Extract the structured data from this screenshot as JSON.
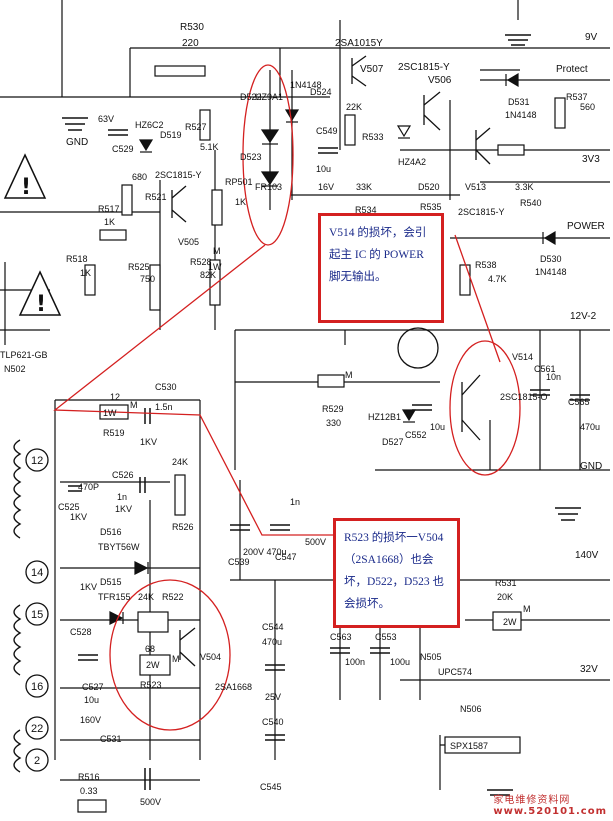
{
  "voltages": {
    "v9": "9V",
    "protect": "Protect",
    "v3v3": "3V3",
    "power": "POWER",
    "v12v2": "12V-2",
    "gnd1": "GND",
    "v140": "140V",
    "v32": "32V"
  },
  "top_labels": {
    "r530": "R530",
    "r530_val": "220",
    "v507": "2SA1015Y",
    "v507_name": "V507",
    "v506_type": "2SC1815-Y",
    "v506_name": "V506",
    "gnd_left": "GND"
  },
  "components": {
    "c529": "C529",
    "c529_v": "63V",
    "d519": "D519",
    "d519_v": "HZ6C2",
    "r527": "R527",
    "r527_v": "5.1K",
    "d522": "D522",
    "d522_v": "HZ9A1",
    "d523": "D523",
    "d523_v": "FR103",
    "d4148a": "1N4148",
    "d524": "D524",
    "c549": "C549",
    "c549_v": "10u",
    "c549_vv": "16V",
    "r533": "R533",
    "r533_v": "22K",
    "r533b": "33K",
    "d520": "D520",
    "d520_v": "HZ4A2",
    "d531": "D531",
    "d531_v": "1N4148",
    "r537": "R537",
    "r537_v": "560",
    "v513_name": "V513",
    "v513_type": "2SC1815-Y",
    "r540": "R540",
    "r540_v": "3.3K",
    "v505_type": "2SC1815-Y",
    "v505_name": "V505",
    "r521": "R521",
    "r521_v": "680",
    "r517": "R517",
    "r517_v": "1K",
    "r501": "RP501",
    "r501_v": "1K",
    "r534": "R534",
    "r535": "R535",
    "r518": "R518",
    "r518_v": "1K",
    "r525": "R525",
    "r525_v": "750",
    "r528": "R528",
    "r528_v": "82K",
    "r528_w": "1W",
    "r528_m": "M",
    "d530": "D530",
    "d530_v": "1N4148",
    "r538": "R538",
    "r538_v": "4.7K",
    "tlp": "TLP621-GB",
    "n502": "N502",
    "v514_type": "2SC1815-O",
    "v514_name": "V514",
    "c561": "C561",
    "c561_v": "10n",
    "c565": "C565",
    "c565_v": "470u",
    "r529": "R529",
    "r529_v": "330",
    "r529_m": "M",
    "d527": "D527",
    "d527_v": "HZ12B1",
    "c552": "C552",
    "c552_v": "10u",
    "r519": "R519",
    "r519_v": "12",
    "r519_w": "1W",
    "r519_m": "M",
    "c530": "C530",
    "c530_v": "1.5n",
    "c530_kv": "1KV",
    "c526": "C526",
    "c526_v": "1n",
    "c526_kv": "1KV",
    "r526": "R526",
    "r526_v": "24K",
    "c525": "C525",
    "c525_v": "470P",
    "c525_kv": "1KV",
    "d516": "D516",
    "d516_v": "TBYT56W",
    "d515": "D515",
    "d515_v": "TFR155",
    "r522": "R522",
    "r522_v": "24K",
    "r523": "R523",
    "r523_v": "68",
    "r523_w": "2W",
    "r523_m": "M",
    "v504_name": "V504",
    "v504_type": "2SA1668",
    "c539": "C539",
    "c539_v": "200V 470u",
    "c547": "C547",
    "c547_v": "1n",
    "c547_vv": "500V",
    "c528": "C528",
    "c528_v": "1KV",
    "c527": "C527",
    "c527_v": "10u",
    "c527_vv": "160V",
    "c544": "C544",
    "c544_v": "470u",
    "c544_vv": "25V",
    "c540": "C540",
    "c545": "C545",
    "c531": "C531",
    "c563": "C563",
    "c563_v": "100n",
    "c553": "C553",
    "c553_v": "100u",
    "n505": "N505",
    "n505_v": "UPC574",
    "r531": "R531",
    "r531_v": "20K",
    "r531_w": "2W",
    "r531_m": "M",
    "n506": "N506",
    "ic": "SPX1587",
    "r516": "R516",
    "r516_v": "0.33",
    "c_500v": "500V"
  },
  "pins": [
    "12",
    "14",
    "15",
    "16",
    "22",
    "2"
  ],
  "notes": {
    "v514": "V514 的损坏，会引起主 IC 的 POWER 脚无输出。",
    "r523": "R523 的损坏一V504（2SA1668）也会坏，D522，D523 也会损坏。"
  },
  "watermark": {
    "cn": "家电维修资料网",
    "url": "www.520101.com"
  },
  "colors": {
    "annotation": "#d42020",
    "note_text": "#1a2a8a",
    "watermark": "#c23030"
  }
}
